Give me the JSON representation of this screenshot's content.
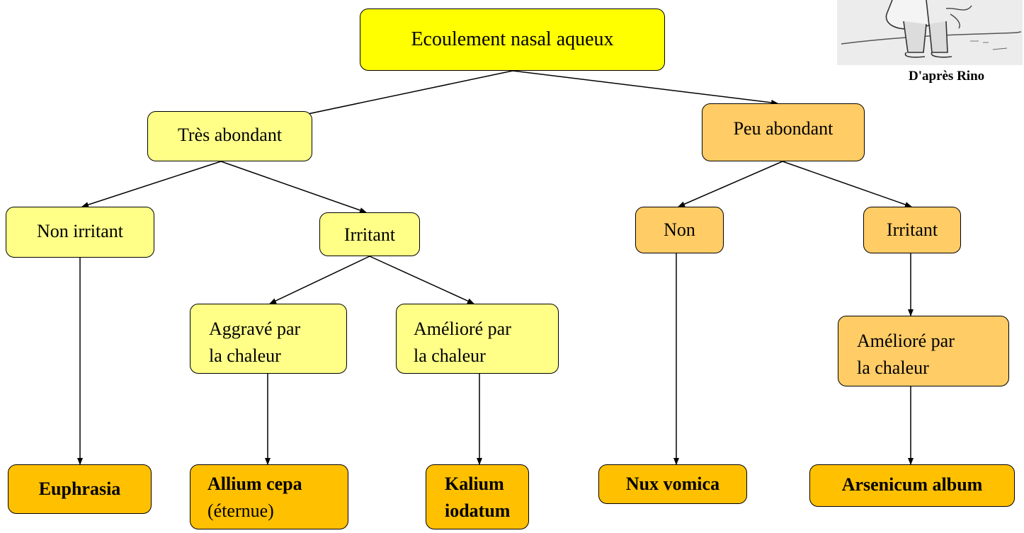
{
  "diagram": {
    "root": "Ecoulement nasal aqueux",
    "left": {
      "label": "Très abondant",
      "non_irritant": "Non irritant",
      "irritant": "Irritant",
      "aggrave_line1": "Aggravé par",
      "aggrave_line2": "la chaleur",
      "ameliore_line1": "Amélioré par",
      "ameliore_line2": "la chaleur"
    },
    "right": {
      "label": "Peu abondant",
      "non": "Non",
      "irritant": "Irritant",
      "ameliore_line1": "Amélioré par",
      "ameliore_line2": "la chaleur"
    },
    "remedies": {
      "euphrasia": "Euphrasia",
      "allium": "Allium cepa",
      "allium_note": "(éternue)",
      "kalium_line1": "Kalium",
      "kalium_line2": "iodatum",
      "nux": "Nux vomica",
      "arsenicum": "Arsenicum album"
    },
    "credit": "D'après Rino"
  },
  "colors": {
    "root": "#ffff00",
    "left_branch": "#ffff88",
    "right_branch": "#ffcc66",
    "remedy": "#ffc000"
  }
}
